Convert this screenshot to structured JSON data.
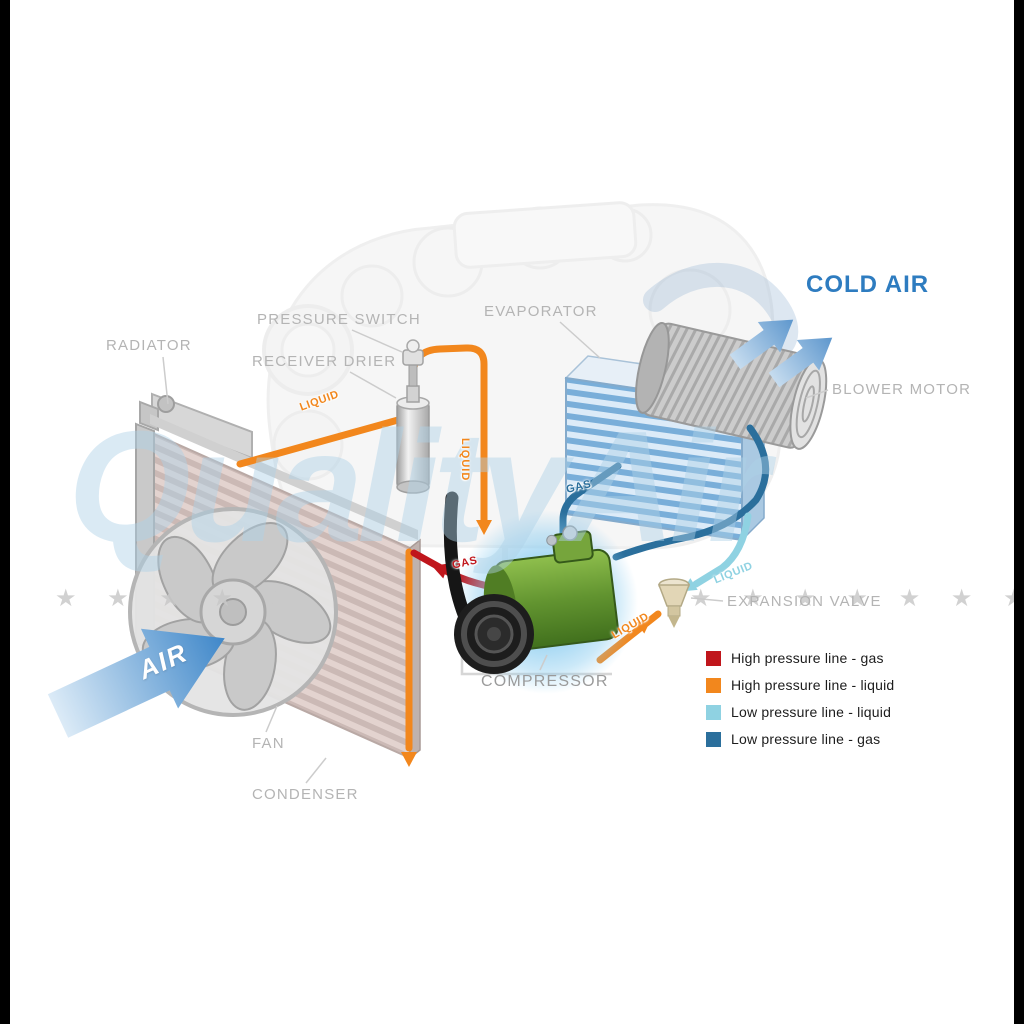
{
  "component_labels": {
    "radiator": "RADIATOR",
    "pressure_switch": "PRESSURE SWITCH",
    "receiver_drier": "RECEIVER DRIER",
    "evaporator": "EVAPORATOR",
    "blower_motor": "BLOWER MOTOR",
    "expansion_valve": "EXPANSION VALVE",
    "compressor": "COMPRESSOR",
    "fan": "FAN",
    "condenser": "CONDENSER"
  },
  "airflow": {
    "cold_air": "COLD AIR",
    "air": "AIR"
  },
  "flow_labels": {
    "condenser_to_drier": "LIQUID",
    "drier_to_evaporator": "LIQUID",
    "evaporator_out_gas": "GAS",
    "compressor_out_gas": "GAS",
    "evaporator_in_liquid": "LIQUID",
    "to_expansion_valve": "LIQUID"
  },
  "legend": {
    "items": [
      {
        "label": "High pressure line - gas",
        "color": "#c0161c"
      },
      {
        "label": "High pressure line - liquid",
        "color": "#f2871d"
      },
      {
        "label": "Low pressure line - liquid",
        "color": "#8fd2e2"
      },
      {
        "label": "Low pressure line -  gas",
        "color": "#2b6f9c"
      }
    ]
  },
  "watermark": {
    "text": "QualityAir",
    "stars_left": "★ ★ ★ ★ ★",
    "stars_right": "★ ★ ★ ★ ★ ★ ★ ★"
  },
  "colors": {
    "hp-gas": "#c0161c",
    "hp-liquid": "#f2871d",
    "lp-liquid": "#8fd2e2",
    "lp-gas": "#2b6f9c",
    "cold-air": "#2e7cc0",
    "label-gray": "#b4b4b4",
    "watermark": "#aed2e8"
  }
}
